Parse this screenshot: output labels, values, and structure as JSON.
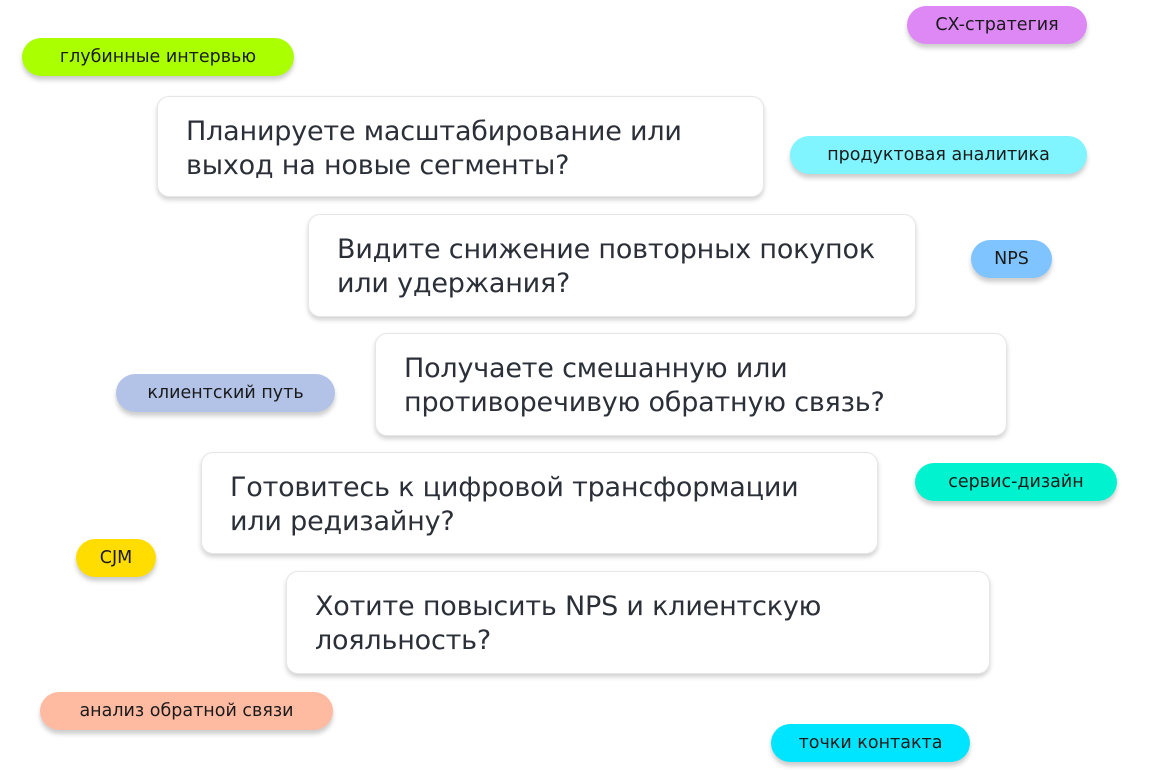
{
  "questions": [
    "Планируете масштабирование или выход на новые сегменты?",
    "Видите снижение повторных покупок или удержания?",
    "Получаете смешанную или противоречивую обратную связь?",
    "Готовитесь к цифровой трансформации или редизайну?",
    "Хотите повысить NPS и клиентскую лояльность?"
  ],
  "tags": [
    {
      "label": "глубинные интервью",
      "color": "#aaff00"
    },
    {
      "label": "CX-стратегия",
      "color": "#dd88f5"
    },
    {
      "label": "продуктовая аналитика",
      "color": "#80f4ff"
    },
    {
      "label": "NPS",
      "color": "#80c4ff"
    },
    {
      "label": "клиентский путь",
      "color": "#b3c3e8"
    },
    {
      "label": "сервис-дизайн",
      "color": "#00f2cf"
    },
    {
      "label": "CJM",
      "color": "#ffdd00"
    },
    {
      "label": "анализ обратной связи",
      "color": "#ffbaa2"
    },
    {
      "label": "точки контакта",
      "color": "#00e5ff"
    }
  ]
}
